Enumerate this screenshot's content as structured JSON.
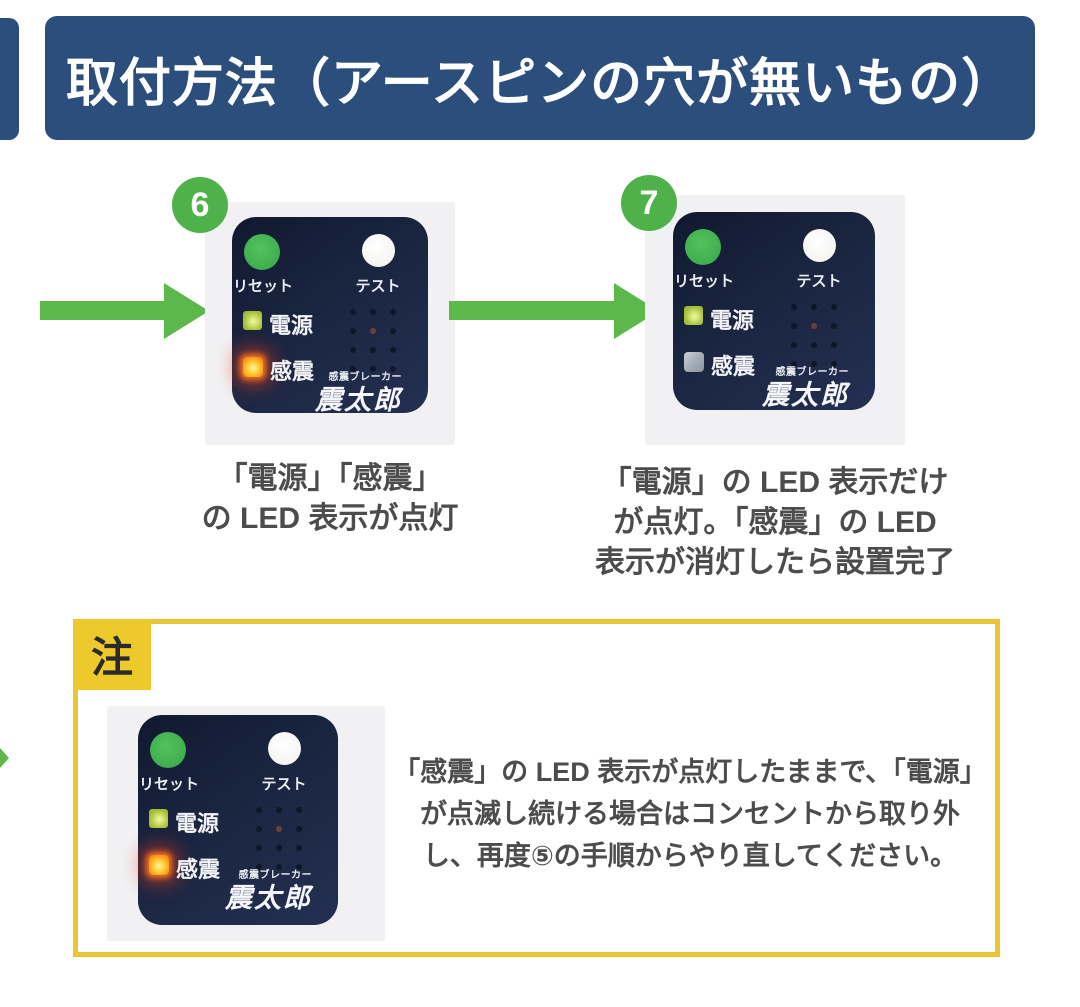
{
  "colors": {
    "header_blue": "#2b4e7d",
    "green": "#5cb84b",
    "yellow_border": "#e8c636",
    "yellow_tab": "#edc92c",
    "panel_navy": "#1a2540",
    "caption_gray": "#4c4c4c"
  },
  "header": {
    "title": "取付方法（アースピンの穴が無いもの）"
  },
  "device_labels": {
    "reset": "リセット",
    "test": "テスト",
    "power": "電源",
    "seismic": "感震",
    "brand_small": "感震ブレーカー",
    "brand_large": "震太郎"
  },
  "steps": [
    {
      "number": "6",
      "power_led": "on",
      "seismic_led": "on",
      "caption_lines": [
        "「電源」「感震」",
        "の LED 表示が点灯"
      ]
    },
    {
      "number": "7",
      "power_led": "on",
      "seismic_led": "off",
      "caption_lines": [
        "「電源」の LED 表示だけ",
        "が点灯。「感震」の LED",
        "表示が消灯したら設置完了"
      ]
    }
  ],
  "note": {
    "label": "注",
    "device": {
      "power_led": "on",
      "seismic_led": "on"
    },
    "text_lines": [
      "「感震」の LED 表示が点灯したままで、「電源」",
      "が点滅し続ける場合はコンセントから取り外",
      "し、再度⑤の手順からやり直してください。"
    ]
  }
}
